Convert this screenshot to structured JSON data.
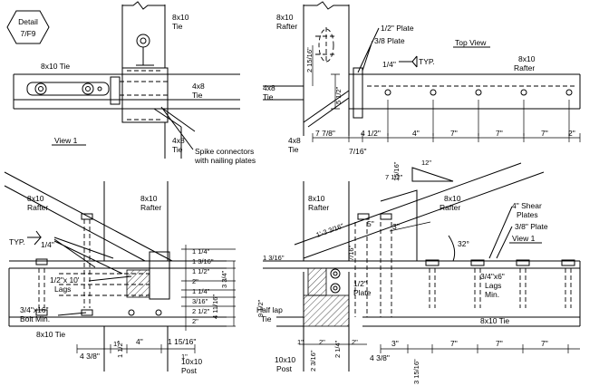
{
  "detail": {
    "title": "Detail",
    "ref": "7/F9"
  },
  "labels": {
    "tie_8x10_a": "8x10",
    "tie_8x10_a2": "Tie",
    "tie_8x10_left": "8x10 Tie",
    "tie_4x8_a": "4x8",
    "tie_4x8_a2": "Tie",
    "tie_4x8_b": "4x8",
    "tie_4x8_b2": "Tie",
    "view1_a": "View 1",
    "spike_1": "Spike connectors",
    "spike_2": "with nailing plates",
    "rafter_tr_1": "8x10",
    "rafter_tr_2": "Rafter",
    "half_plate": "1/2\" Plate",
    "three8_plate": "3/8 Plate",
    "top_view": "Top View",
    "quarter_typ": "1/4\"",
    "typ_a": "TYP.",
    "rafter_tr_r1": "8x10",
    "rafter_tr_r2": "Rafter",
    "tie_4x8_tr1": "4x8",
    "tie_4x8_tr2": "Tie",
    "tie_4x8_tr3": "4x8",
    "tie_4x8_tr4": "Tie",
    "rafter_bl_1": "8x10",
    "rafter_bl_2": "Rafter",
    "rafter_bl_3": "8x10",
    "rafter_bl_4": "Rafter",
    "typ_b": "TYP.",
    "quarter_b": "1/4\"",
    "lags_a": "1/2\"x 10'",
    "lags_a2": "Lags",
    "bolt_a": "3/4\"x16\"",
    "bolt_a2": "Bolt Min.",
    "tie_bl": "8x10 Tie",
    "post_bl1": "10x10",
    "post_bl2": "Post",
    "rafter_br_1": "8x10",
    "rafter_br_2": "Rafter",
    "rafter_br_3": "8x10",
    "rafter_br_4": "Rafter",
    "shear_1": "4\" Shear",
    "shear_2": "Plates",
    "plate38": "3/8\" Plate",
    "view1_b": "View 1",
    "lags_b1": "3/4\"x6\"",
    "lags_b2": "Lags",
    "lags_b3": "Min.",
    "angle32": "32°",
    "tie_br": "8x10 Tie",
    "half_lap1": "Half lap",
    "half_lap2": "Tie",
    "post_br1": "10x10",
    "post_br2": "Post",
    "plate_half_br1": "1/2\"",
    "plate_half_br2": "Plate",
    "slope_12": "12\"",
    "slope_7": "7 1/2\""
  },
  "dims": {
    "tr_a": "2 15/16\"",
    "tr_b": "5 1/2\"",
    "tr_c": "7 7/8\"",
    "tr_d": "4 1/2\"",
    "tr_e": "4\"",
    "tr_f": "7\"",
    "tr_g": "7\"",
    "tr_h": "7\"",
    "tr_i": "2\"",
    "tr_j": "7/16\"",
    "bl_1": "1 1/4\"",
    "bl_2": "1 3/16\"",
    "bl_3": "1 1/2\"",
    "bl_4": "2\"",
    "bl_5": "1 1/4\"",
    "bl_6": "3/16\"",
    "bl_7": "2 1/2\"",
    "bl_8": "2\"",
    "bl_9": "3 3/4\"",
    "bl_10": "4 11/16\"",
    "bl_11": "4 3/8\"",
    "bl_12": "1 1/2\"",
    "bl_13": "4\"",
    "bl_14": "1 15/16\"",
    "bl_15": "1\"",
    "bl_16": "1\"",
    "br_1": "1 3/16\"",
    "br_2": "9 1/2\"",
    "br_3": "1'-3 3/16\"",
    "br_4": "5\"",
    "br_5": "3\"",
    "br_6": "7/16\"",
    "br_7": "1\"",
    "br_8": "2\"",
    "br_9": "2 1/4\"",
    "br_10": "2\"",
    "br_11": "2 3/16\"",
    "br_12": "4 3/8\"",
    "br_13": "3\"",
    "br_14": "7\"",
    "br_15": "7\"",
    "br_16": "7\"",
    "br_17": "3 15/16\"",
    "br_18": "15/16\""
  }
}
